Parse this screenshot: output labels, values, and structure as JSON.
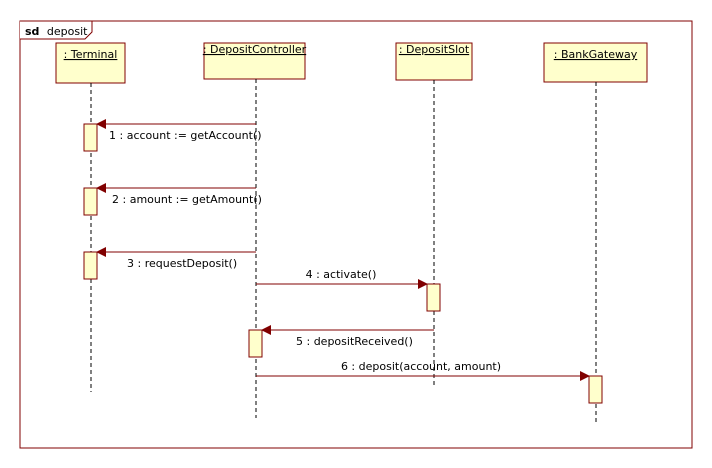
{
  "diagram": {
    "frame_keyword": "sd",
    "frame_name": "deposit",
    "lifelines": [
      {
        "id": "terminal",
        "label": ": Terminal"
      },
      {
        "id": "controller",
        "label": ": DepositController"
      },
      {
        "id": "slot",
        "label": ": DepositSlot"
      },
      {
        "id": "gateway",
        "label": ": BankGateway"
      }
    ],
    "messages": [
      {
        "from": "controller",
        "to": "terminal",
        "label": "1 : account := getAccount()"
      },
      {
        "from": "controller",
        "to": "terminal",
        "label": "2 : amount := getAmount()"
      },
      {
        "from": "controller",
        "to": "terminal",
        "label": "3 : requestDeposit()"
      },
      {
        "from": "controller",
        "to": "slot",
        "label": "4 : activate()"
      },
      {
        "from": "slot",
        "to": "controller",
        "label": "5 : depositReceived()"
      },
      {
        "from": "controller",
        "to": "gateway",
        "label": "6 : deposit(account, amount)"
      }
    ]
  },
  "colors": {
    "frame": "#800000",
    "box_fill": "#ffffcc",
    "box_border": "#800000",
    "message": "#800000",
    "lifeline": "#000000"
  }
}
